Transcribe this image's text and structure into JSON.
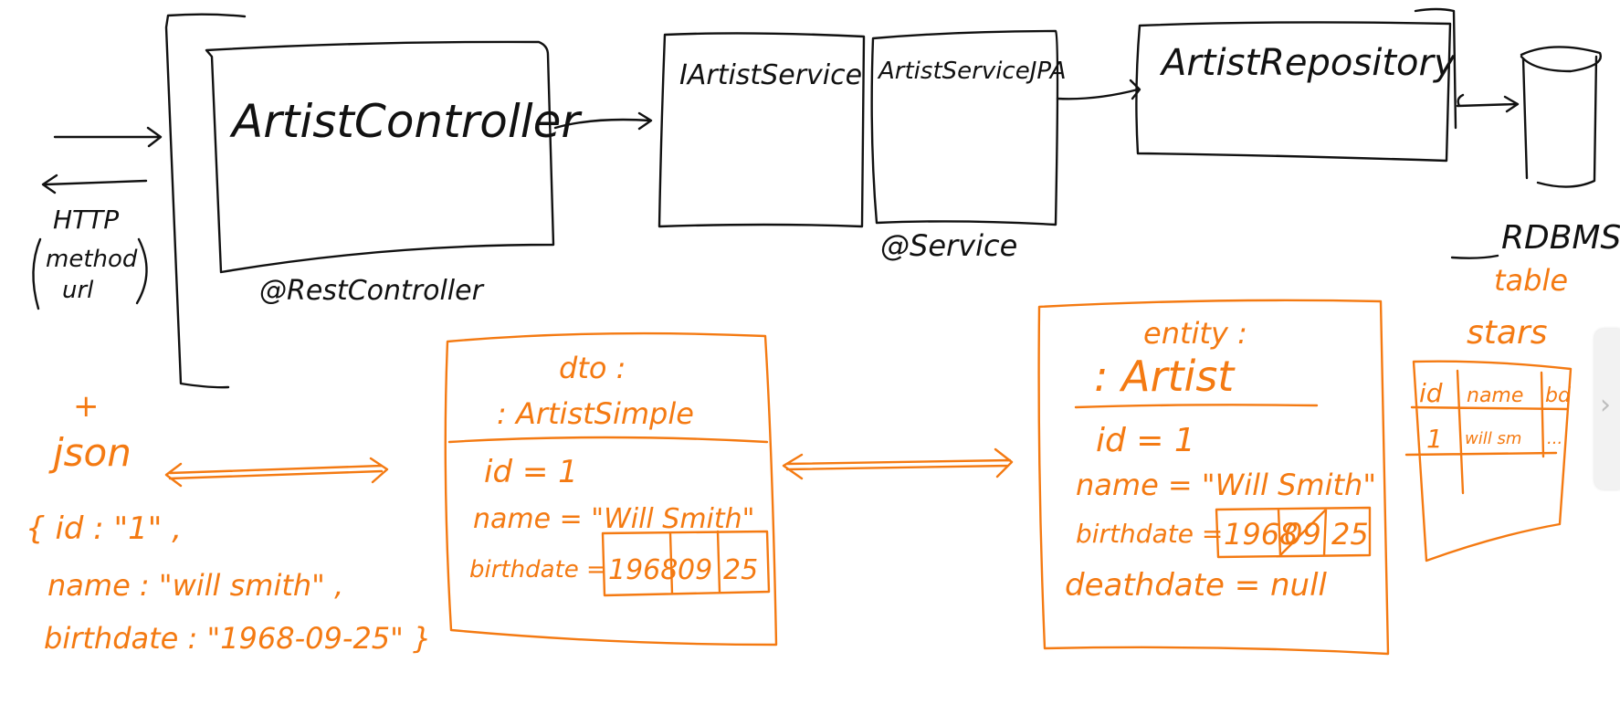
{
  "colors": {
    "ink": "#111111",
    "orange": "#F47A12",
    "background": "#ffffff"
  },
  "layers": {
    "controller": {
      "name": "ArtistController",
      "annotation": "@RestController"
    },
    "service_interface": {
      "name": "IArtistService"
    },
    "service_impl": {
      "name": "ArtistServiceJPA",
      "annotation": "@Service"
    },
    "repository": {
      "name": "ArtistRepository"
    },
    "database": {
      "name": "RDBMS"
    }
  },
  "http": {
    "line1": "HTTP",
    "line2": "method",
    "line3": "url"
  },
  "json_block": {
    "plus": "+",
    "title": "json",
    "line1": "{ id : \"1\" ,",
    "line2": "name : \"will smith\" ,",
    "line3": "birthdate : \"1968-09-25\" }"
  },
  "dto": {
    "title1": "dto :",
    "title2": ": ArtistSimple",
    "id_line": "id  =  1",
    "name_line": "name = \"Will Smith\"",
    "birth_label": "birthdate =",
    "birth_cells": [
      "1968",
      "09",
      "25"
    ]
  },
  "entity": {
    "title1": "entity :",
    "title2": ": Artist",
    "id_line": "id = 1",
    "name_line": "name = \"Will Smith\"",
    "birth_label": "birthdate =",
    "birth_cells": [
      "1968",
      "09",
      "25"
    ],
    "death_line": "deathdate = null"
  },
  "table": {
    "label1": "table",
    "label2": "stars",
    "headers": [
      "id",
      "name",
      "bd"
    ],
    "row": [
      "1",
      "will sm",
      "..."
    ]
  },
  "side_panel": {
    "chevron": "›"
  }
}
